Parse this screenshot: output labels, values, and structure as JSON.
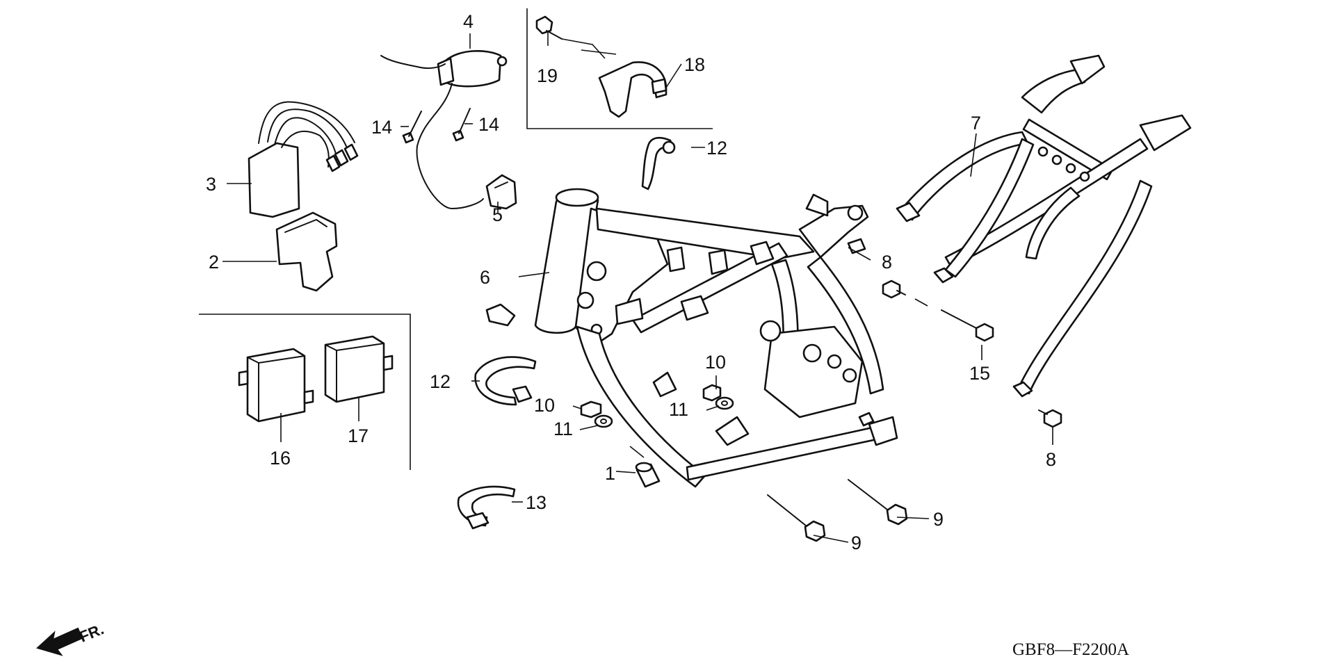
{
  "callouts": {
    "c1": "1",
    "c2": "2",
    "c3": "3",
    "c4": "4",
    "c5": "5",
    "c6": "6",
    "c7": "7",
    "c8a": "8",
    "c8b": "8",
    "c9a": "9",
    "c9b": "9",
    "c10a": "10",
    "c10b": "10",
    "c11a": "11",
    "c11b": "11",
    "c12a": "12",
    "c12b": "12",
    "c13": "13",
    "c14a": "14",
    "c14b": "14",
    "c15": "15",
    "c16": "16",
    "c17": "17",
    "c18": "18",
    "c19": "19"
  },
  "direction_label": "FR.",
  "diagram_code": "GBF8—F2200A"
}
